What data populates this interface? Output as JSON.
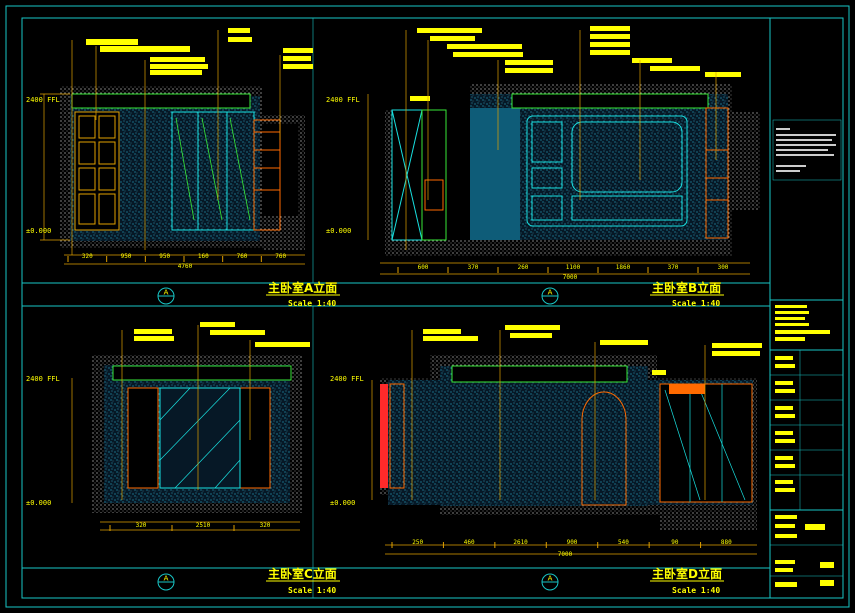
{
  "drawing": {
    "background": "#000000",
    "colors": {
      "frame": "#18c6c6",
      "leader_box": "#ffff00",
      "dimension": "#e0a000",
      "wall_hatch": "#cfcfcf",
      "panel_fill": "#0a2a40",
      "texture": "#2aa6c4",
      "accent_cyan": "#18e0e0",
      "accent_green": "#38e838",
      "accent_orange": "#ff6a00",
      "accent_red": "#ff2a2a",
      "teal_block": "#0e5c78"
    },
    "views": [
      {
        "id": "A",
        "title": "主卧室A立面",
        "scale": "Scale 1:40",
        "marker_top": "A",
        "level_top": "2400 FFL",
        "level_bottom": "±0.000",
        "dims": [
          "320",
          "950",
          "950",
          "160",
          "760",
          "760"
        ],
        "overall": "4760"
      },
      {
        "id": "B",
        "title": "主卧室B立面",
        "scale": "Scale 1:40",
        "marker_top": "A",
        "level_top": "2400 FFL",
        "level_bottom": "±0.000",
        "dims": [
          "600",
          "370",
          "260",
          "1100",
          "1860",
          "370",
          "300"
        ],
        "overall": "7000"
      },
      {
        "id": "C",
        "title": "主卧室C立面",
        "scale": "Scale 1:40",
        "marker_top": "A",
        "level_top": "2400 FFL",
        "level_bottom": "±0.000",
        "dims": [
          "320",
          "2510",
          "320"
        ],
        "overall": ""
      },
      {
        "id": "D",
        "title": "主卧室D立面",
        "scale": "Scale 1:40",
        "marker_top": "A",
        "level_top": "2400 FFL",
        "level_bottom": "±0.000",
        "dims": [
          "250",
          "460",
          "2610",
          "900",
          "540",
          "90",
          "880"
        ],
        "overall": "7000"
      }
    ]
  }
}
